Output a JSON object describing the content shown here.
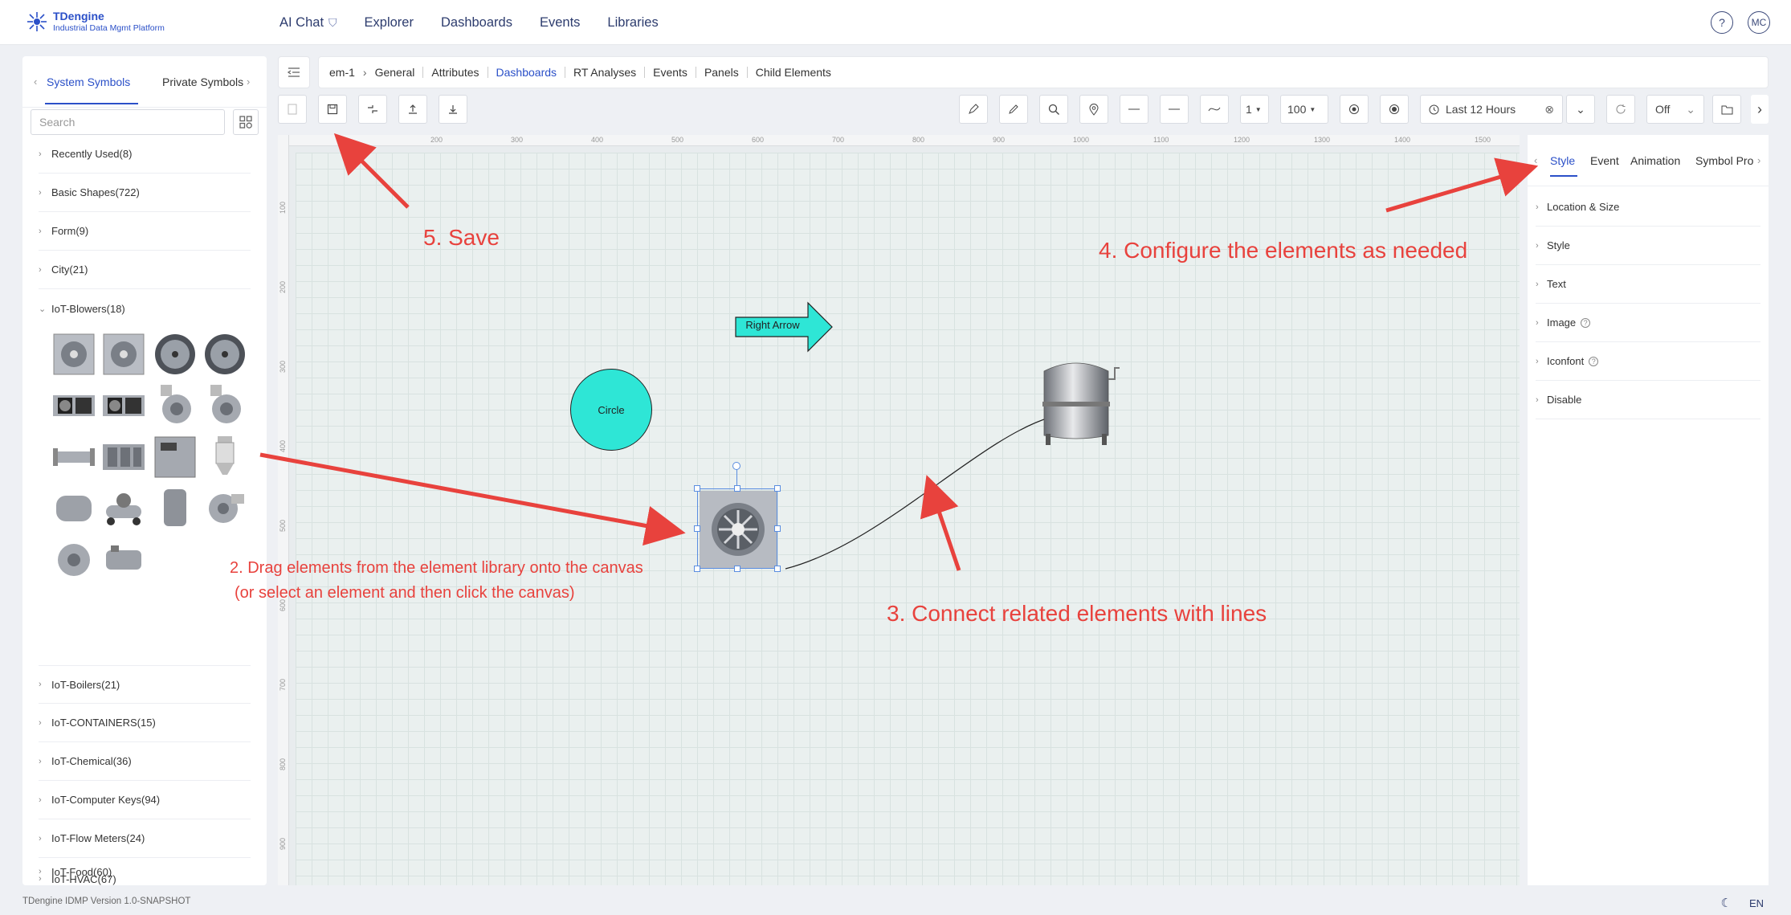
{
  "app": {
    "name": "TDengine",
    "subtitle": "Industrial Data Mgmt Platform",
    "version_text": "TDengine IDMP Version 1.0-SNAPSHOT"
  },
  "nav": {
    "items": [
      {
        "label": "AI Chat"
      },
      {
        "label": "Explorer"
      },
      {
        "label": "Dashboards"
      },
      {
        "label": "Events"
      },
      {
        "label": "Libraries"
      }
    ],
    "help_label": "?",
    "user_initials": "MC"
  },
  "library": {
    "tabs": [
      "System Symbols",
      "Private Symbols"
    ],
    "search_placeholder": "Search",
    "categories_top": [
      {
        "label": "Recently Used(8)"
      },
      {
        "label": "Basic Shapes(722)"
      },
      {
        "label": "Form(9)"
      },
      {
        "label": "City(21)"
      },
      {
        "label": "IoT-Blowers(18)"
      }
    ],
    "categories_bottom": [
      {
        "label": "IoT-Boilers(21)"
      },
      {
        "label": "IoT-CONTAINERS(15)"
      },
      {
        "label": "IoT-Chemical(36)"
      },
      {
        "label": "IoT-Computer Keys(94)"
      },
      {
        "label": "IoT-Flow Meters(24)"
      },
      {
        "label": "IoT-Food(60)"
      },
      {
        "label": "IoT-HVAC(67)"
      }
    ]
  },
  "breadcrumb": {
    "root": "em-1",
    "items": [
      "General",
      "Attributes",
      "Dashboards",
      "RT Analyses",
      "Events",
      "Panels",
      "Child Elements"
    ],
    "active": "Dashboards"
  },
  "toolbar": {
    "line_width": "1",
    "zoom": "100",
    "time_range": "Last 12 Hours",
    "refresh": "Off"
  },
  "canvas": {
    "ruler_h": [
      "200",
      "300",
      "400",
      "500",
      "600",
      "700",
      "800",
      "900",
      "1000",
      "1100",
      "1200",
      "1300",
      "1400",
      "1500"
    ],
    "ruler_v": [
      "100",
      "200",
      "300",
      "400",
      "500",
      "600",
      "700",
      "800",
      "900"
    ],
    "arrow_label": "Right Arrow",
    "circle_label": "Circle"
  },
  "properties": {
    "tabs": [
      "Style",
      "Event",
      "Animation",
      "Symbol Pro"
    ],
    "sections": [
      {
        "label": "Location & Size",
        "help": false
      },
      {
        "label": "Style",
        "help": false
      },
      {
        "label": "Text",
        "help": false
      },
      {
        "label": "Image",
        "help": true
      },
      {
        "label": "Iconfont",
        "help": true
      },
      {
        "label": "Disable",
        "help": false
      }
    ]
  },
  "annotations": {
    "step2_line1": "2. Drag elements from the element library onto the canvas",
    "step2_line2": "(or select an element and then click the canvas)",
    "step3": "3. Connect related elements with lines",
    "step4": "4. Configure the elements as needed",
    "step5": "5. Save"
  },
  "footer": {
    "lang": "EN"
  },
  "colors": {
    "accent": "#2b50c8",
    "annotation": "#e8423d",
    "shape_fill": "#2ee6d6"
  }
}
